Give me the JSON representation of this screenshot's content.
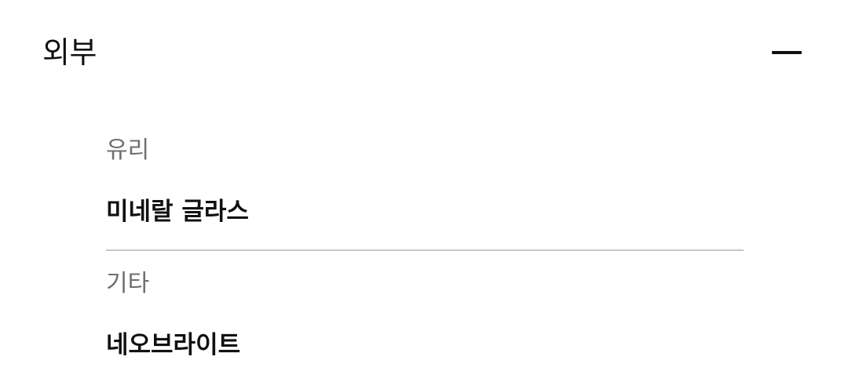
{
  "section": {
    "title": "외부",
    "toggle_icon": "minus-icon",
    "expanded": true
  },
  "specs": [
    {
      "label": "유리",
      "value": "미네랄 글라스"
    },
    {
      "label": "기타",
      "value": "네오브라이트"
    }
  ],
  "colors": {
    "text_primary": "#111111",
    "text_secondary": "#6f6f6f",
    "divider": "#c8c8c8",
    "background": "#ffffff"
  }
}
